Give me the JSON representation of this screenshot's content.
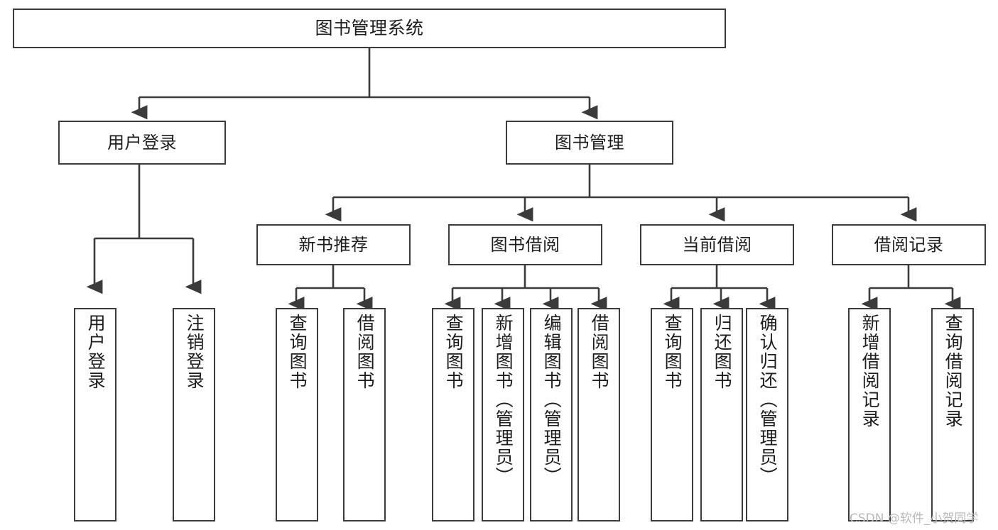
{
  "diagram": {
    "title": "图书管理系统",
    "type": "tree-hierarchy",
    "watermark": "CSDN @软件_小贺同学",
    "colors": {
      "stroke": "#3b3b3b",
      "fill": "#ffffff",
      "text": "#1d1d1d",
      "watermark": "#b9b9b9"
    },
    "root": {
      "label": "图书管理系统"
    },
    "level2": [
      {
        "label": "用户登录"
      },
      {
        "label": "图书管理"
      }
    ],
    "level3": [
      {
        "label": "新书推荐"
      },
      {
        "label": "图书借阅"
      },
      {
        "label": "当前借阅"
      },
      {
        "label": "借阅记录"
      }
    ],
    "leaves": {
      "user_login": [
        {
          "label": "用户登录"
        },
        {
          "label": "注销登录"
        }
      ],
      "new_book_recommend": [
        {
          "label": "查询图书"
        },
        {
          "label": "借阅图书"
        }
      ],
      "book_borrow": [
        {
          "label": "查询图书"
        },
        {
          "label": "新增图书（管理员）"
        },
        {
          "label": "编辑图书（管理员）"
        },
        {
          "label": "借阅图书"
        }
      ],
      "current_borrow": [
        {
          "label": "查询图书"
        },
        {
          "label": "归还图书"
        },
        {
          "label": "确认归还（管理员）"
        }
      ],
      "borrow_record": [
        {
          "label": "新增借阅记录"
        },
        {
          "label": "查询借阅记录"
        }
      ]
    }
  }
}
